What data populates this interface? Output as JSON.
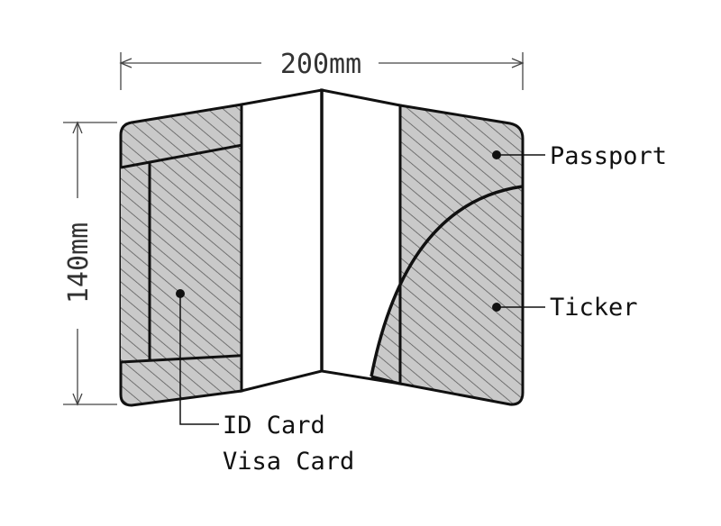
{
  "dimensions": {
    "width_label": "200mm",
    "height_label": "140mm"
  },
  "labels": {
    "passport": "Passport",
    "ticker": "Ticker",
    "id_card": "ID Card",
    "visa_card": "Visa Card"
  },
  "colors": {
    "outline": "#111111",
    "fill": "#c8c8c8",
    "hatch": "#5a5a5a",
    "dimension": "#444444"
  }
}
